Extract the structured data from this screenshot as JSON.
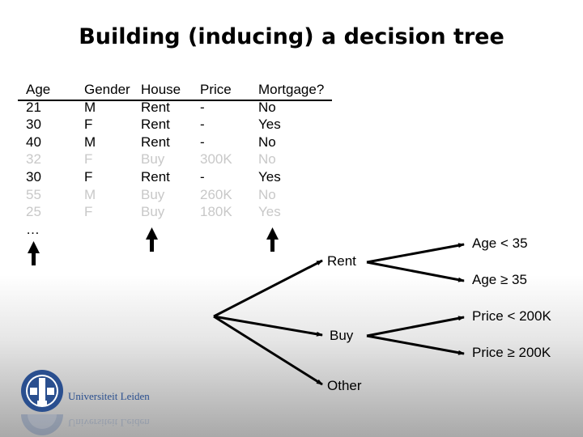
{
  "title": "Building (inducing) a decision tree",
  "table": {
    "headers": [
      "Age",
      "Gender",
      "House",
      "Price",
      "Mortgage?"
    ],
    "rows": [
      {
        "age": "21",
        "gender": "M",
        "house": "Rent",
        "price": "-",
        "mortgage": "No",
        "faded": false
      },
      {
        "age": "30",
        "gender": "F",
        "house": "Rent",
        "price": "-",
        "mortgage": "Yes",
        "faded": false
      },
      {
        "age": "40",
        "gender": "M",
        "house": "Rent",
        "price": "-",
        "mortgage": "No",
        "faded": false
      },
      {
        "age": "32",
        "gender": "F",
        "house": "Buy",
        "price": "300K",
        "mortgage": "No",
        "faded": true
      },
      {
        "age": "30",
        "gender": "F",
        "house": "Rent",
        "price": "-",
        "mortgage": "Yes",
        "faded": false
      },
      {
        "age": "55",
        "gender": "M",
        "house": "Buy",
        "price": "260K",
        "mortgage": "No",
        "faded": true
      },
      {
        "age": "25",
        "gender": "F",
        "house": "Buy",
        "price": "180K",
        "mortgage": "Yes",
        "faded": true
      }
    ],
    "ellipsis": "…"
  },
  "tree": {
    "root_children": [
      "Rent",
      "Buy",
      "Other"
    ],
    "rent_children": [
      "Age < 35",
      "Age ≥ 35"
    ],
    "buy_children": [
      "Price < 200K",
      "Price ≥ 200K"
    ]
  },
  "logo": {
    "text": "Universiteit Leiden",
    "color": "#2a4f8f"
  }
}
